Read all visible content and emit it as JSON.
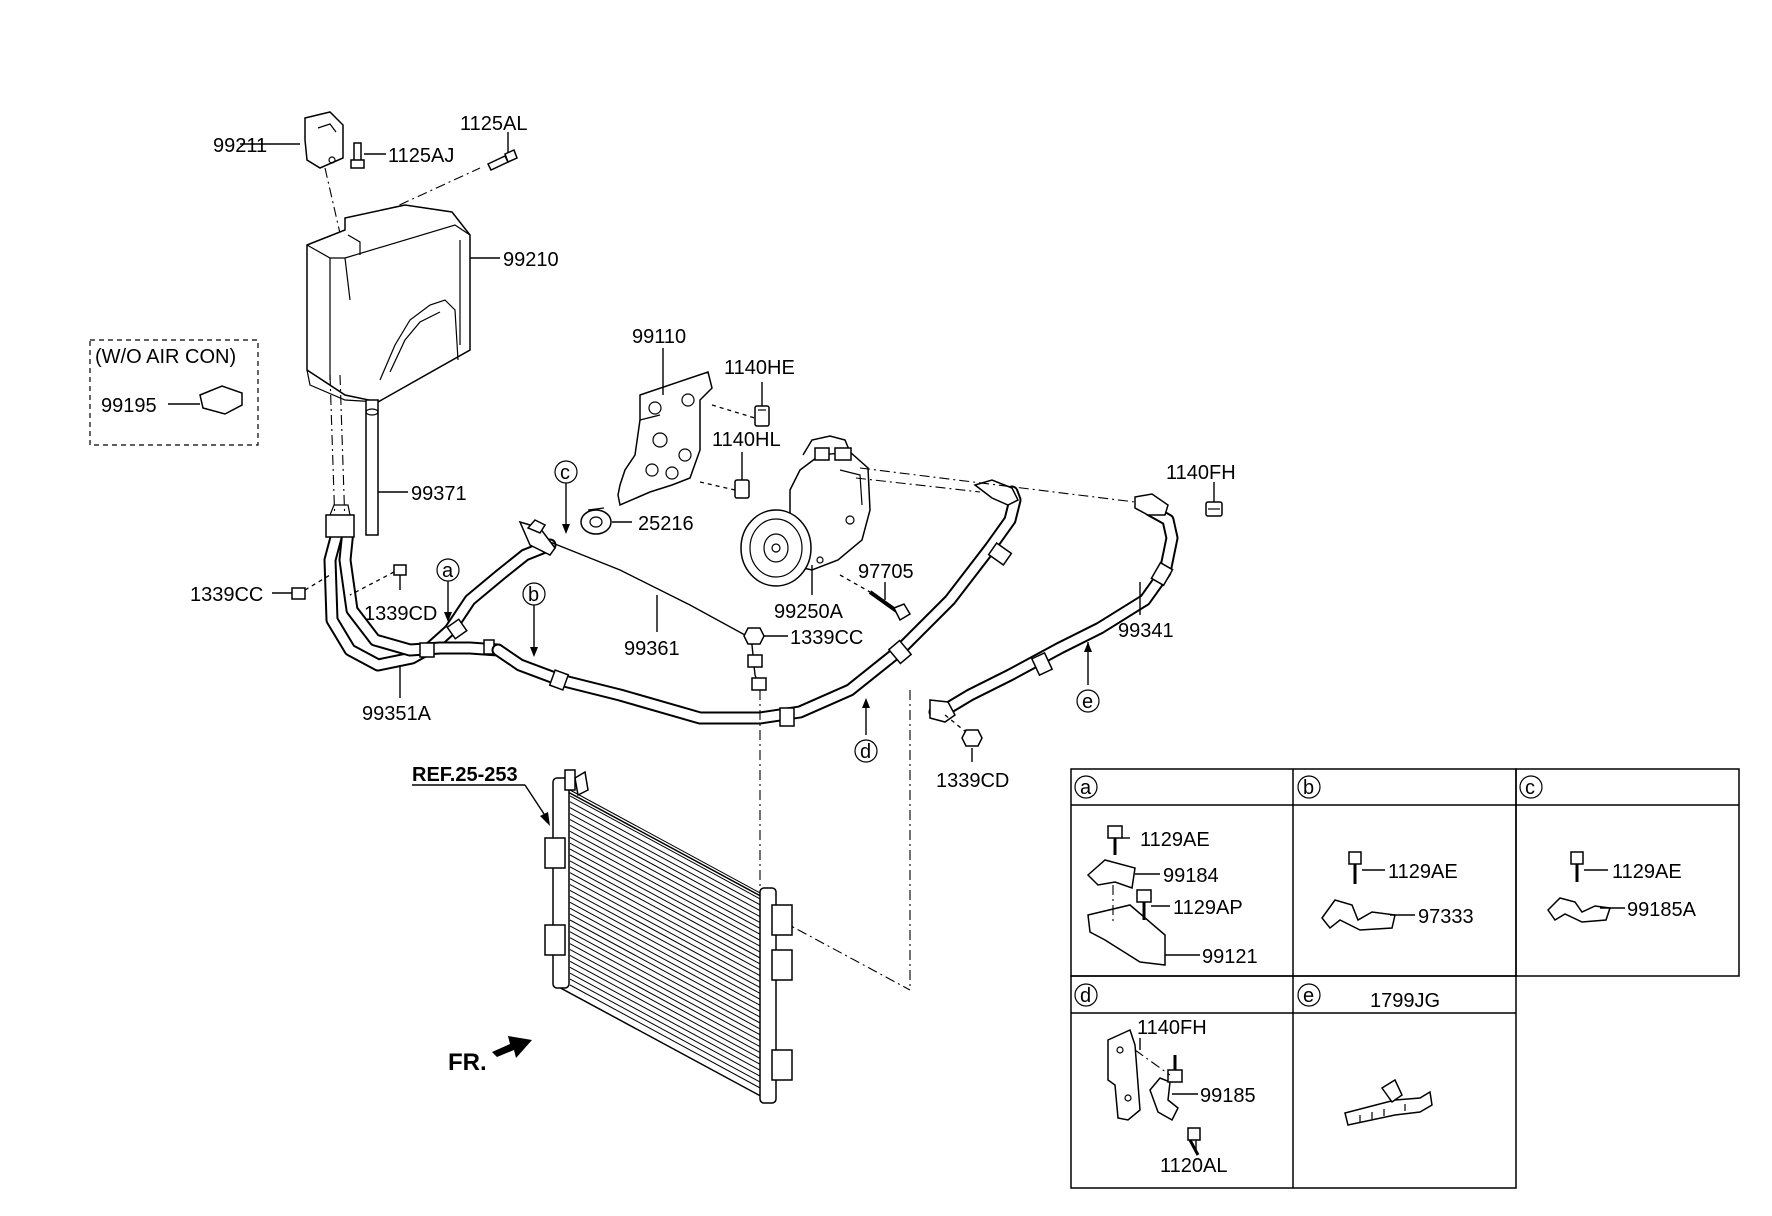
{
  "diagram": {
    "part_labels": {
      "p99211": "99211",
      "p1125AJ": "1125AJ",
      "p1125AL": "1125AL",
      "p99210": "99210",
      "p99195": "99195",
      "p99371": "99371",
      "p99110": "99110",
      "p1140HE": "1140HE",
      "p1140HL": "1140HL",
      "p1140FH": "1140FH",
      "p25216": "25216",
      "p97705": "97705",
      "p99250A": "99250A",
      "p99341": "99341",
      "p1339CC_left": "1339CC",
      "p1339CD_left": "1339CD",
      "p99361": "99361",
      "p1339CC_mid": "1339CC",
      "p99351A": "99351A",
      "p1339CD_right": "1339CD"
    },
    "note_wo_aircon": "(W/O AIR CON)",
    "ref_label": "REF.25-253",
    "front_label": "FR.",
    "callouts": {
      "a": "a",
      "b": "b",
      "c": "c",
      "d": "d",
      "e": "e"
    },
    "detail_table": {
      "a": {
        "letter": "a",
        "labels": [
          "1129AE",
          "99184",
          "1129AP",
          "99121"
        ]
      },
      "b": {
        "letter": "b",
        "labels": [
          "1129AE",
          "97333"
        ]
      },
      "c": {
        "letter": "c",
        "labels": [
          "1129AE",
          "99185A"
        ]
      },
      "d": {
        "letter": "d",
        "labels": [
          "1140FH",
          "99185",
          "1120AL"
        ]
      },
      "e": {
        "letter": "e",
        "title": "1799JG"
      }
    }
  }
}
